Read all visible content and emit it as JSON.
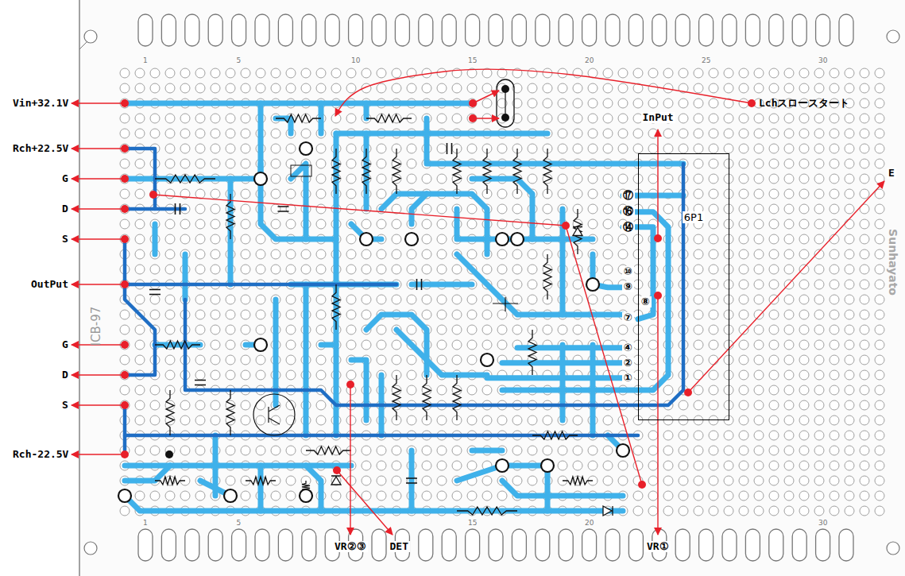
{
  "diagram": {
    "nodes": [
      {
        "text": [
          "6P1"
        ]
      }
    ],
    "labels": [
      "Vin+32.1V",
      "Rch+22.5V",
      "G",
      "D",
      "S",
      "OutPut",
      "G",
      "D",
      "S",
      "Rch-22.5V",
      "Lchスロースタート",
      "InPut",
      "E",
      "VR②③",
      "DET",
      "VR①",
      "ICB-97",
      "Sunhayato",
      "1",
      "5",
      "10",
      "15",
      "20",
      "25",
      "30",
      "1",
      "5",
      "15",
      "20",
      "30",
      "⑰",
      "⑯",
      "⑭",
      "⑩",
      "⑨",
      "⑧",
      "⑦",
      "④",
      "②",
      "①"
    ]
  }
}
